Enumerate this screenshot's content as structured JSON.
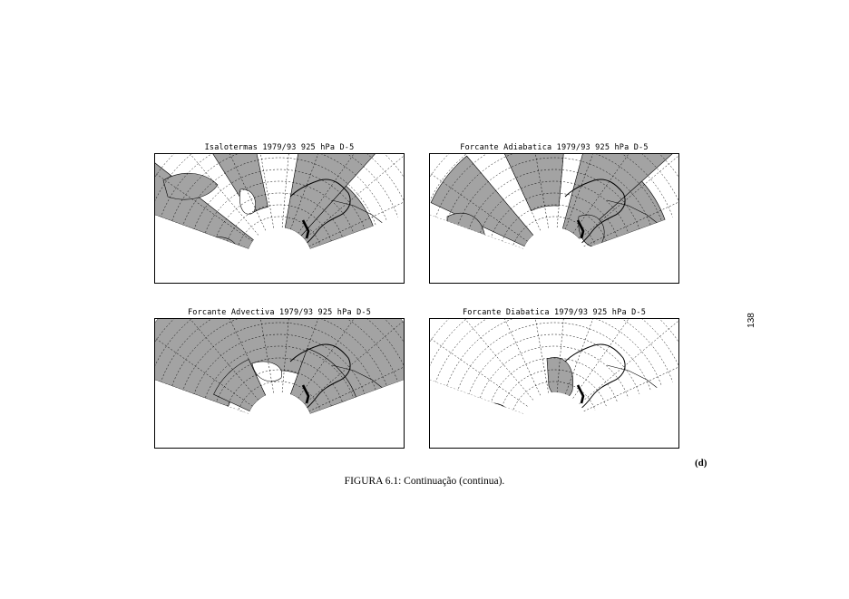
{
  "panels": [
    {
      "title": "Isalotermas   1979/93 925 hPa   D-5"
    },
    {
      "title": "Forcante Adiabatica   1979/93 925 hPa   D-5"
    },
    {
      "title": "Forcante Advectiva   1979/93 925 hPa   D-5"
    },
    {
      "title": "Forcante Diabatica   1979/93 925 hPa   D-5"
    }
  ],
  "panel_label": "(d)",
  "caption": "FIGURA 6.1: Continuação (continua).",
  "page_number": "138",
  "colors": {
    "shade": "#a3a3a3",
    "line": "#000000"
  }
}
